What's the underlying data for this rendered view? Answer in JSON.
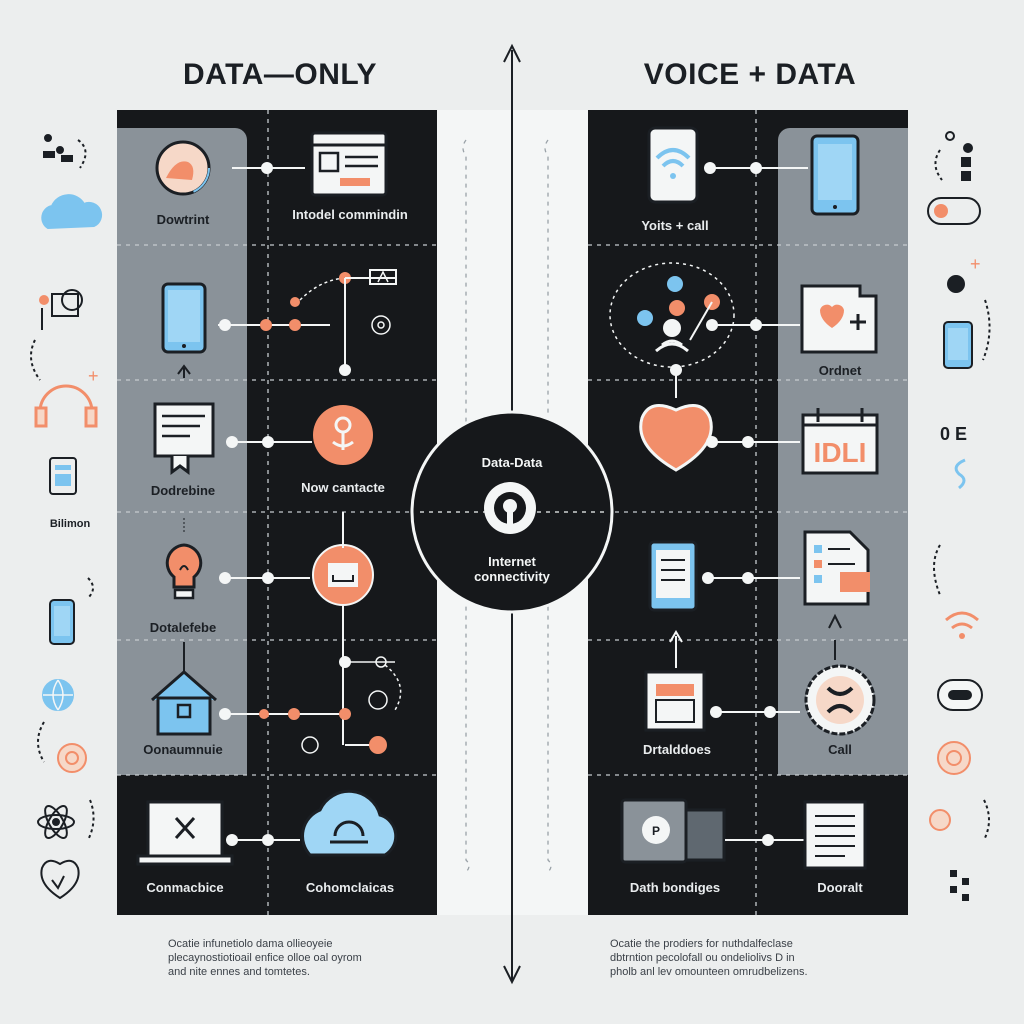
{
  "headings": {
    "left": "DATA—ONLY",
    "right": "VOICE + DATA"
  },
  "center": {
    "title": "Data-Data",
    "subtitle_line1": "Internet",
    "subtitle_line2": "connectivity"
  },
  "left_labels": [
    "Dowtrint",
    "Intodel commindin",
    "Dodrebine",
    "Now cantacte",
    "Dotalefebe",
    "Oonaumnuie",
    "Conmacbice",
    "Cohomclaicas"
  ],
  "right_labels": [
    "Yoits + call",
    "Ordnet",
    "Drtalddoes",
    "Call",
    "Dath bondiges",
    "Dooralt"
  ],
  "side_labels": {
    "left": "Bilimon"
  },
  "notes": {
    "left": [
      "Ocatie infunetiolo dama ollieoyeie",
      "plecaynostiotioail enfice olloe oal oyrom",
      "and nite ennes and tomtetes."
    ],
    "right": [
      "Ocatie the prodiers for nuthdalfeclase",
      "dbtrntion pecolofall ou ondeliolivs D in",
      "pholb anl lev omounteen omrudbelizens."
    ]
  },
  "colors": {
    "panel_dark": "#16181b",
    "panel_grey": "#8a9299",
    "accent_orange": "#f28e6a",
    "accent_blue": "#7cc4ef",
    "background": "#eceeee"
  }
}
